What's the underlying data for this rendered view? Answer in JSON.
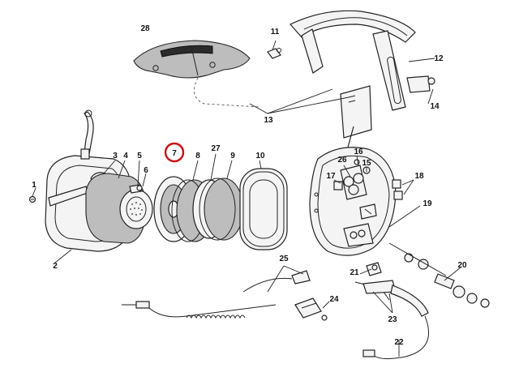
{
  "figure": {
    "highlight_color": "#cc1010",
    "callouts": [
      "1",
      "2",
      "3",
      "4",
      "5",
      "6",
      "7",
      "8",
      "9",
      "10",
      "11",
      "12",
      "13",
      "14",
      "15",
      "16",
      "17",
      "18",
      "19",
      "20",
      "21",
      "22",
      "23",
      "24",
      "25",
      "27",
      "28"
    ],
    "highlighted": "7"
  }
}
